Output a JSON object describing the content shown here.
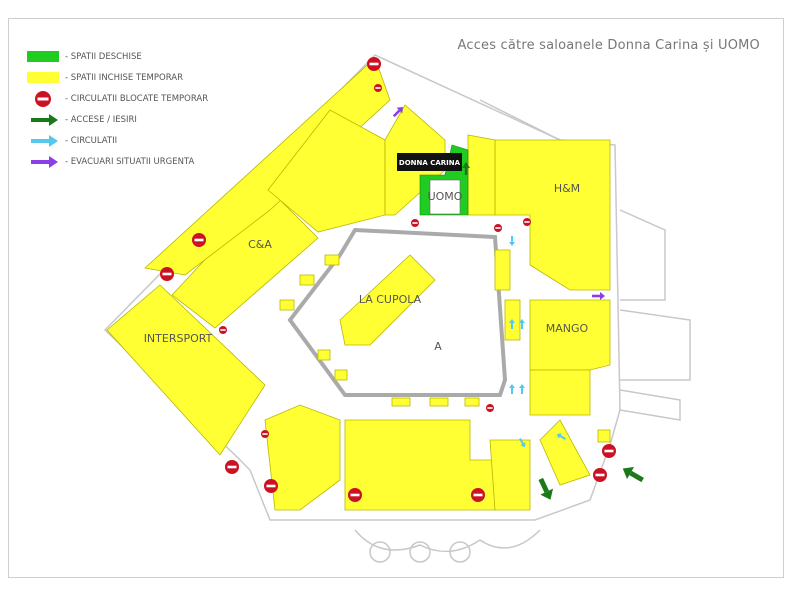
{
  "title": "Acces către saloanele Donna Carina și UOMO",
  "colors": {
    "open": "#1fcc1f",
    "closed": "#ffff33",
    "blocked": "#cc1122",
    "exit_arrow": "#1a7a1a",
    "circulation_arrow": "#55c8ee",
    "emergency_arrow": "#8a3ee6"
  },
  "legend": [
    {
      "symbol": "swatch-open",
      "label": "- SPATII DESCHISE"
    },
    {
      "symbol": "swatch-closed",
      "label": "- SPATII INCHISE TEMPORAR"
    },
    {
      "symbol": "no-entry-icon",
      "label": "- CIRCULATII BLOCATE TEMPORAR"
    },
    {
      "symbol": "green-arrow-icon",
      "label": "- ACCESE / IESIRI"
    },
    {
      "symbol": "cyan-arrow-icon",
      "label": "- CIRCULATII"
    },
    {
      "symbol": "purple-arrow-icon",
      "label": "- EVACUARI SITUATII URGENTA"
    }
  ],
  "stores": {
    "donna_carina": "DONNA CARINA",
    "uomo": "UOMO",
    "hm": "H&M",
    "ca": "C&A",
    "intersport": "INTERSPORT",
    "la_cupola": "LA CUPOLA",
    "mango": "MANGO",
    "atrium_mark": "A"
  }
}
